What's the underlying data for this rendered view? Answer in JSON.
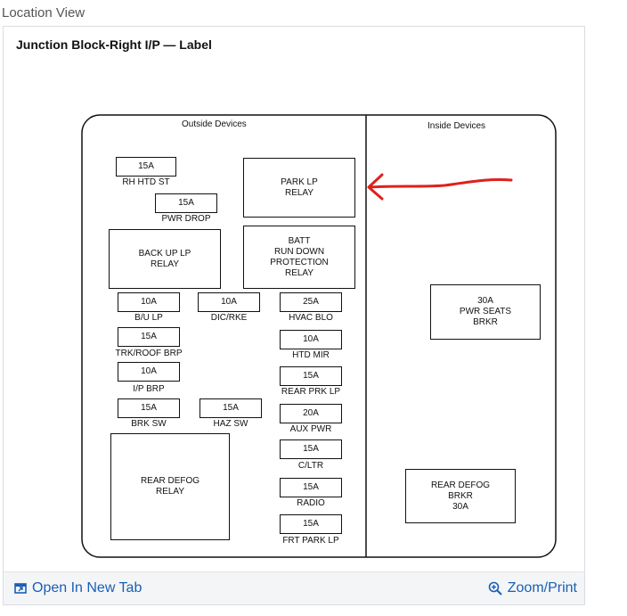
{
  "location_view": "Location View",
  "panel": {
    "title": "Junction Block-Right I/P — Label"
  },
  "diagram": {
    "outside_header": "Outside Devices",
    "inside_header": "Inside Devices",
    "fuses": [
      {
        "id": "rh-htd-st",
        "amp": "15A",
        "label": "RH HTD ST"
      },
      {
        "id": "pwr-drop",
        "amp": "15A",
        "label": "PWR DROP"
      },
      {
        "id": "bu-lp",
        "amp": "10A",
        "label": "B/U LP"
      },
      {
        "id": "dic-rke",
        "amp": "10A",
        "label": "DIC/RKE"
      },
      {
        "id": "hvac-blo",
        "amp": "25A",
        "label": "HVAC BLO"
      },
      {
        "id": "trk-roof-brp",
        "amp": "15A",
        "label": "TRK/ROOF BRP"
      },
      {
        "id": "htd-mir",
        "amp": "10A",
        "label": "HTD MIR"
      },
      {
        "id": "ip-brp",
        "amp": "10A",
        "label": "I/P BRP"
      },
      {
        "id": "rear-prk-lp",
        "amp": "15A",
        "label": "REAR PRK LP"
      },
      {
        "id": "brk-sw",
        "amp": "15A",
        "label": "BRK SW"
      },
      {
        "id": "haz-sw",
        "amp": "15A",
        "label": "HAZ SW"
      },
      {
        "id": "aux-pwr",
        "amp": "20A",
        "label": "AUX PWR"
      },
      {
        "id": "c-ltr",
        "amp": "15A",
        "label": "C/LTR"
      },
      {
        "id": "radio",
        "amp": "15A",
        "label": "RADIO"
      },
      {
        "id": "frt-park-lp",
        "amp": "15A",
        "label": "FRT PARK LP"
      }
    ],
    "relays": [
      {
        "id": "park-lp",
        "lines": [
          "PARK LP",
          "RELAY"
        ]
      },
      {
        "id": "back-up-lp",
        "lines": [
          "BACK UP LP",
          "RELAY"
        ]
      },
      {
        "id": "batt-run-down",
        "lines": [
          "BATT",
          "RUN DOWN",
          "PROTECTION",
          "RELAY"
        ]
      },
      {
        "id": "rear-defog",
        "lines": [
          "REAR DEFOG",
          "RELAY"
        ]
      }
    ],
    "breakers": [
      {
        "id": "pwr-seats",
        "lines": [
          "30A",
          "PWR SEATS",
          "BRKR"
        ]
      },
      {
        "id": "rear-defog-brkr",
        "lines": [
          "REAR DEFOG",
          "BRKR",
          "30A"
        ]
      }
    ],
    "arrow_color": "#e0201b"
  },
  "footer": {
    "open_tab": "Open In New Tab",
    "zoom_print": "Zoom/Print"
  },
  "colors": {
    "link": "#1a5fb4",
    "footer_bg": "#f4f5f7"
  }
}
